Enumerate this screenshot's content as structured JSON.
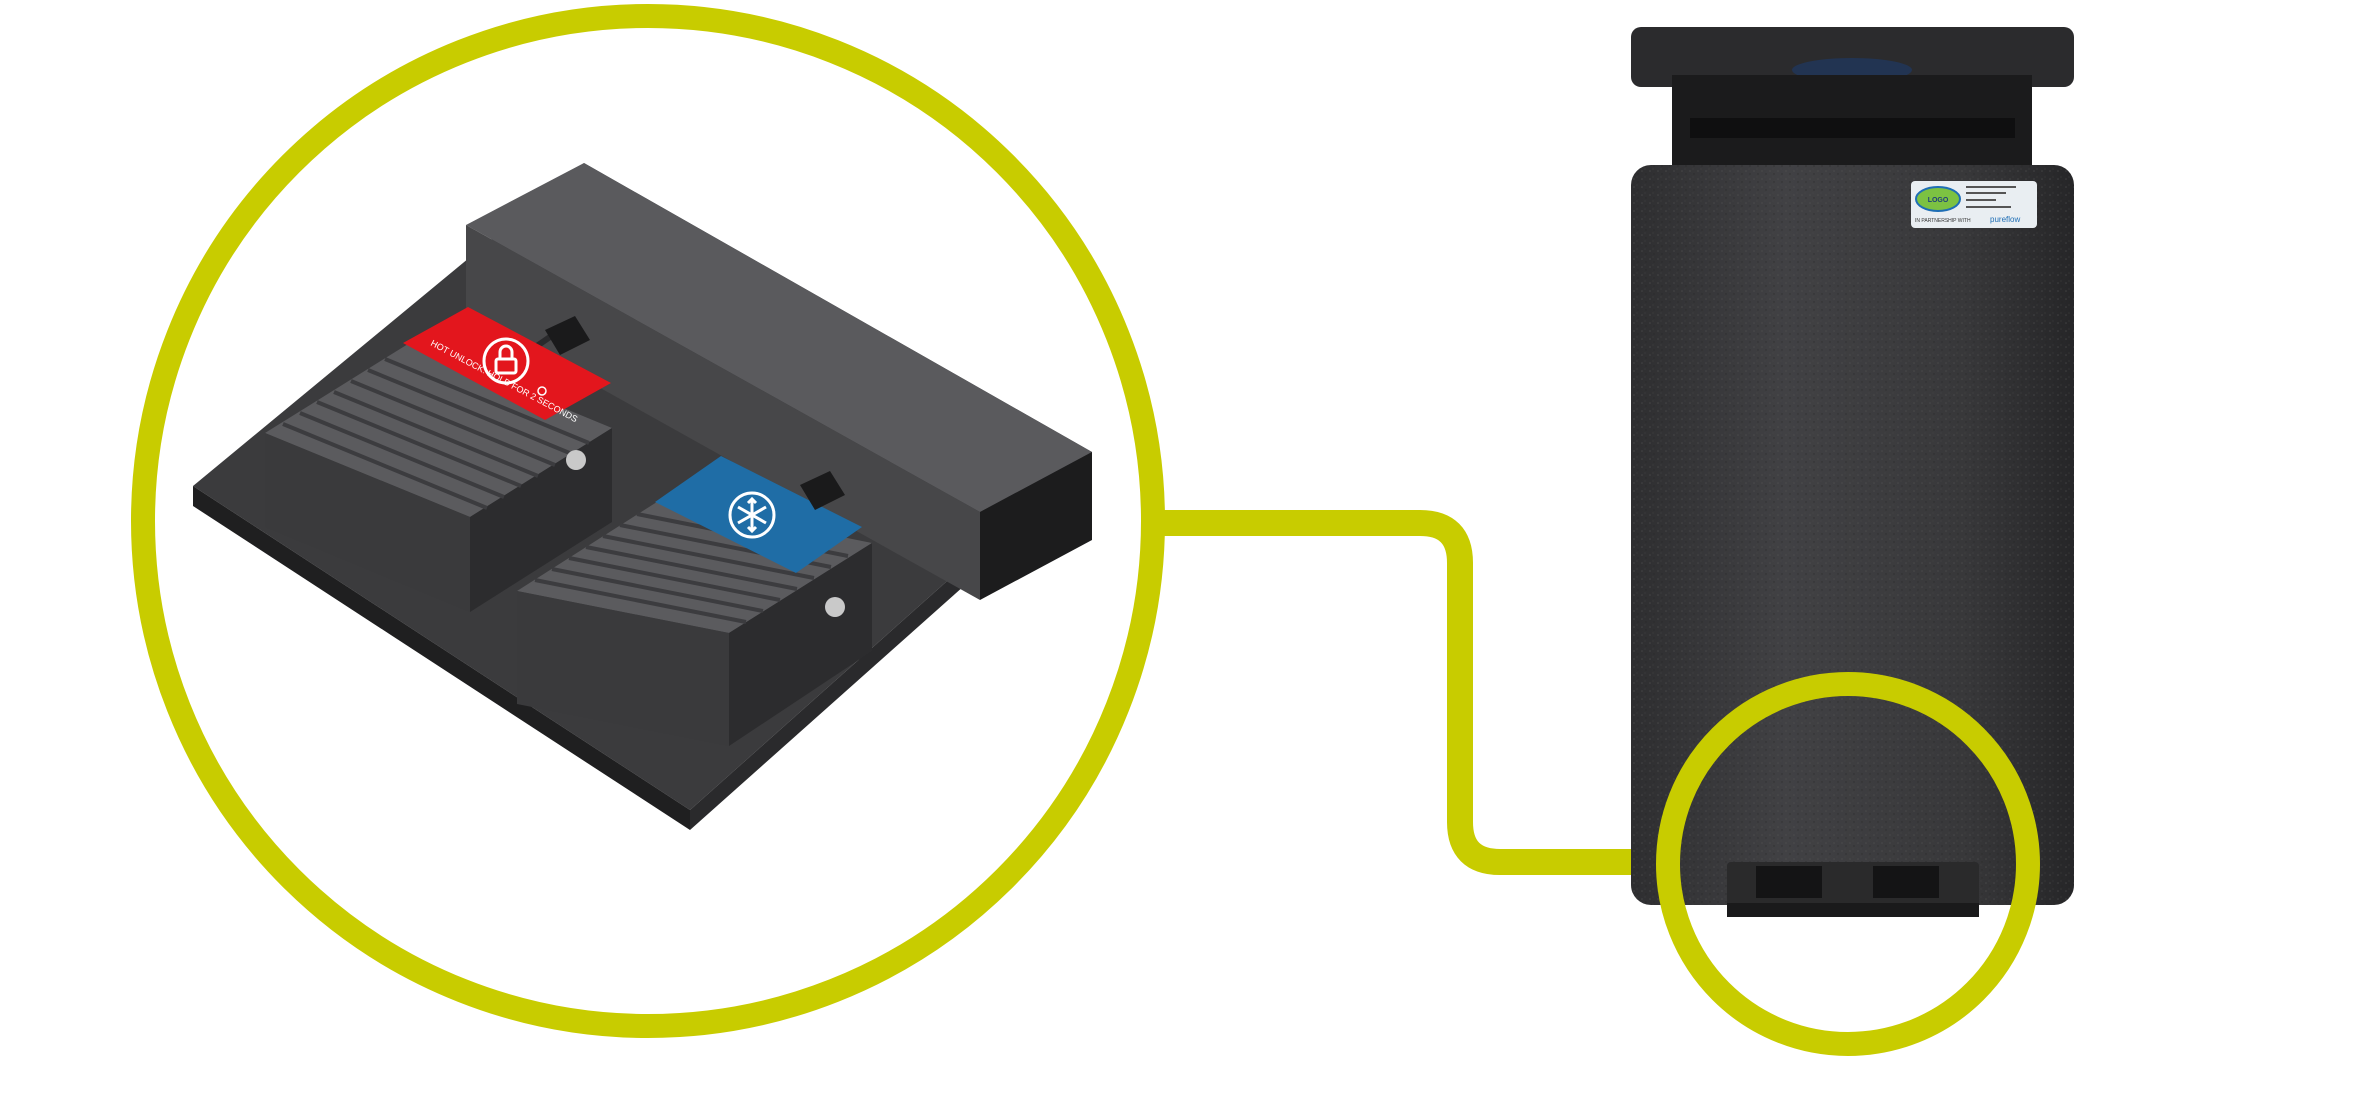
{
  "pedals": {
    "hot": {
      "color": "#e3161d",
      "label": "HOT UNLOCK: HOLD FOR 2 SECONDS",
      "icon": "lock-icon"
    },
    "cold": {
      "color": "#1f6da6",
      "icon": "snowflake-icon"
    }
  },
  "dispenser": {
    "body_color": "#3a3a3c",
    "sticker": {
      "logo_text": "LOGO",
      "partnership_text": "IN PARTNERSHIP WITH",
      "partner_name": "pureflow"
    }
  },
  "callout": {
    "color": "#c8cc00"
  }
}
